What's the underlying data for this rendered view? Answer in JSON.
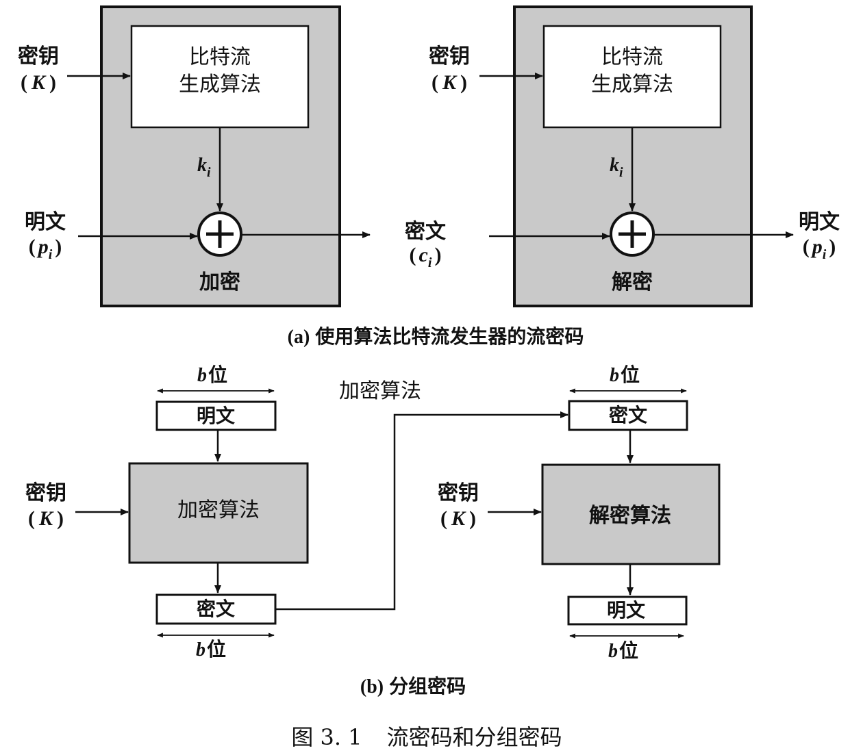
{
  "stream": {
    "enc": {
      "key_label": "密钥",
      "key_symbol": "K",
      "generator_line1": "比特流",
      "generator_line2": "生成算法",
      "keystream_symbol": "k",
      "keystream_sub": "i",
      "input_label": "明文",
      "input_symbol": "p",
      "input_sub": "i",
      "op_label": "加密"
    },
    "middle": {
      "label": "密文",
      "symbol": "c",
      "sub": "i"
    },
    "dec": {
      "key_label": "密钥",
      "key_symbol": "K",
      "generator_line1": "比特流",
      "generator_line2": "生成算法",
      "keystream_symbol": "k",
      "keystream_sub": "i",
      "output_label": "明文",
      "output_symbol": "p",
      "output_sub": "i",
      "op_label": "解密"
    },
    "caption_tag": "(a)",
    "caption_text": "使用算法比特流发生器的流密码"
  },
  "block": {
    "enc": {
      "width_b": "b",
      "width_unit": "位",
      "input_label": "明文",
      "key_label": "密钥",
      "key_symbol": "K",
      "algo_label": "加密算法",
      "output_label": "密文",
      "width_b_bottom": "b",
      "width_unit_bottom": "位"
    },
    "link_label": "加密算法",
    "dec": {
      "width_b": "b",
      "width_unit": "位",
      "input_label": "密文",
      "key_label": "密钥",
      "key_symbol": "K",
      "algo_label": "解密算法",
      "output_label": "明文",
      "width_b_bottom": "b",
      "width_unit_bottom": "位"
    },
    "caption_tag": "(b)",
    "caption_text": "分组密码"
  },
  "figure": {
    "number": "图 3. 1",
    "title": "流密码和分组密码"
  },
  "colors": {
    "panel_fill": "#c9c9c9",
    "stroke": "#111111",
    "box_fill": "#ffffff"
  }
}
